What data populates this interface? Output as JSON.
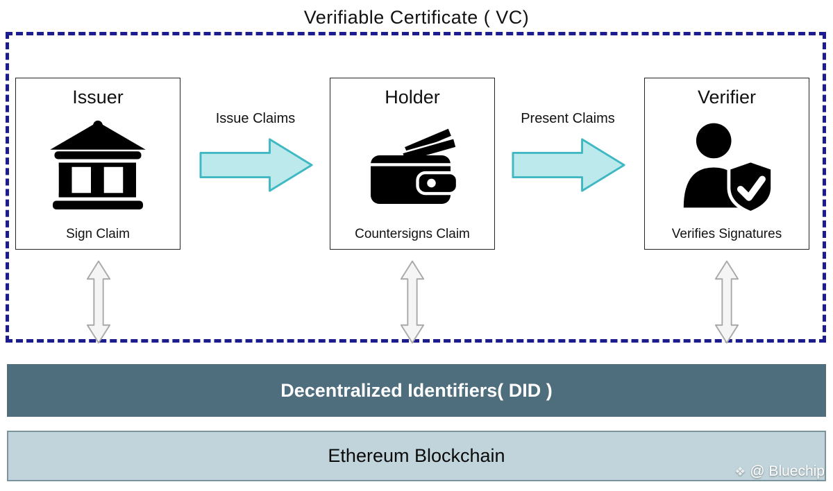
{
  "title": "Verifiable Certificate ( VC)",
  "entities": [
    {
      "name": "Issuer",
      "action": "Sign Claim",
      "icon": "bank-icon"
    },
    {
      "name": "Holder",
      "action": "Countersigns Claim",
      "icon": "wallet-icon"
    },
    {
      "name": "Verifier",
      "action": "Verifies Signatures",
      "icon": "person-shield-check-icon"
    }
  ],
  "flows": [
    {
      "label": "Issue Claims"
    },
    {
      "label": "Present Claims"
    }
  ],
  "layers": [
    {
      "label": "Decentralized Identifiers( DID )"
    },
    {
      "label": "Ethereum Blockchain"
    }
  ],
  "watermark": {
    "icon": "❖",
    "label": "@ Bluechip"
  },
  "colors": {
    "dashed_border": "#1c1c8e",
    "flow_arrow_fill": "#bce9ec",
    "flow_arrow_stroke": "#3fb8c4",
    "vertical_arrow_fill": "#f5f5f5",
    "vertical_arrow_stroke": "#a8a8a8",
    "did_layer_bg": "#4f6e7d",
    "did_layer_text": "#ffffff",
    "eth_layer_bg": "#c1d4db",
    "eth_layer_text": "#0a0a0a",
    "icon_color": "#000000"
  }
}
